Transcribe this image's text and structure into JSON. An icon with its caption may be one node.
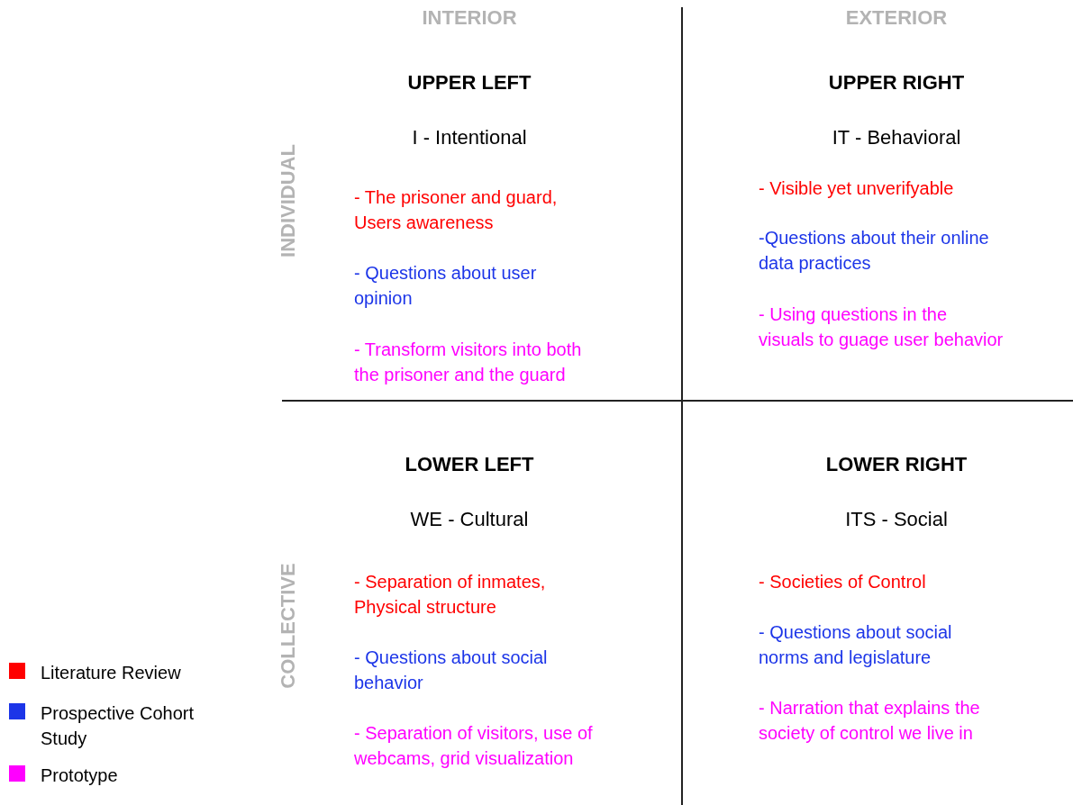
{
  "diagram": {
    "labels": [
      "INTERIOR",
      "EXTERIOR",
      "INDIVIDUAL",
      "UPPER LEFT",
      "I - Intentional",
      "- The prisoner and guard, Users awareness",
      "- Questions about user opinion",
      "- Transform visitors into both the prisoner and the guard",
      "UPPER RIGHT",
      "IT - Behavioral",
      "- Visible yet unverifyable",
      "-Questions about their online data practices",
      "- Using questions in the visuals to guage user behavior",
      "COLLECTIVE",
      "LOWER LEFT",
      "WE - Cultural",
      "- Separation of inmates, Physical structure",
      "- Questions about social behavior",
      "- Separation of visitors, use of webcams, grid visualization",
      "LOWER RIGHT",
      "ITS - Social",
      "- Societies of Control",
      "- Questions about social norms and legislature",
      "- Narration that explains the society of control we live in"
    ],
    "legend": [
      {
        "text": "Literature Review",
        "color": "#ff0000"
      },
      {
        "text": "Prospective Cohort Study",
        "color": "#1c35e8"
      },
      {
        "text": "Prototype",
        "color": "#ff00ff"
      }
    ]
  }
}
